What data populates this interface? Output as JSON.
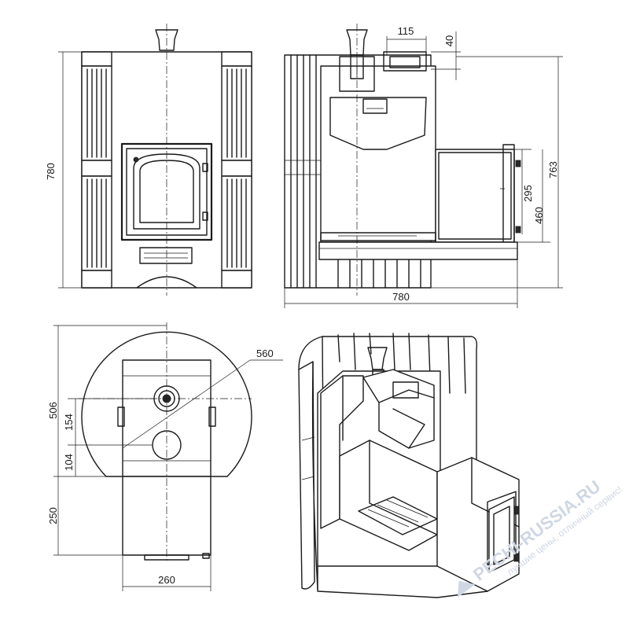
{
  "dimensions": {
    "front_height": "780",
    "side_top_width": "115",
    "side_top_height": "40",
    "side_door_height": "295",
    "side_firebox_height": "460",
    "side_total_height": "763",
    "side_width": "780",
    "top_diameter": "560",
    "top_depth": "506",
    "top_offset_a": "154",
    "top_offset_b": "104",
    "tunnel_length": "250",
    "tunnel_width": "260"
  },
  "watermark": {
    "brand": "PECHI-RUSSIA.RU",
    "tagline": "лучшие цены, отличный сервис!"
  },
  "colors": {
    "line": "#1a1a1a",
    "watermark": "#cfd7e3"
  }
}
